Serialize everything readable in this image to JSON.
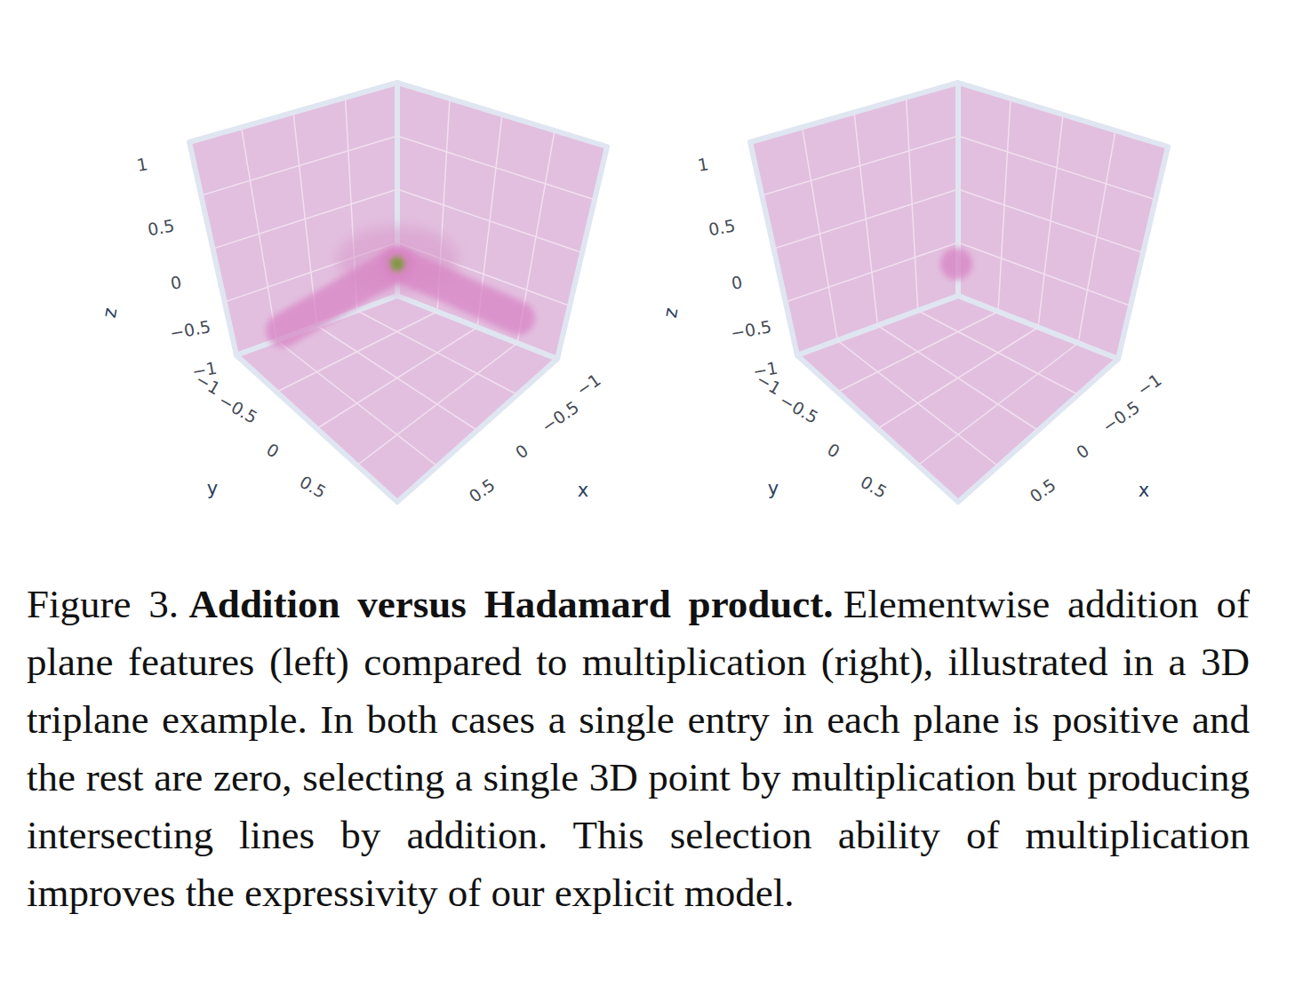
{
  "diagram": {
    "labels": [
      "1",
      "0.5",
      "0",
      "−0.5",
      "z",
      "−1",
      "−1",
      "−0.5",
      "0",
      "0.5",
      "y",
      "−1",
      "−0.5",
      "0",
      "0.5",
      "x",
      "1",
      "0.5",
      "0",
      "−0.5",
      "z",
      "−1",
      "−1",
      "−0.5",
      "0",
      "0.5",
      "y",
      "−1",
      "−0.5",
      "0",
      "0.5",
      "x",
      "Figure 3.",
      "Addition versus Hadamard product.",
      "Elementwise addition of plane features (left) compared to multiplication (right), illustrated in a 3D triplane example. In both cases a single entry in each plane is positive and the rest are zero, selecting a single 3D point by multiplication but producing intersecting lines by addition. This selection ability of multiplication improves the expressivity of our explicit model."
    ]
  }
}
